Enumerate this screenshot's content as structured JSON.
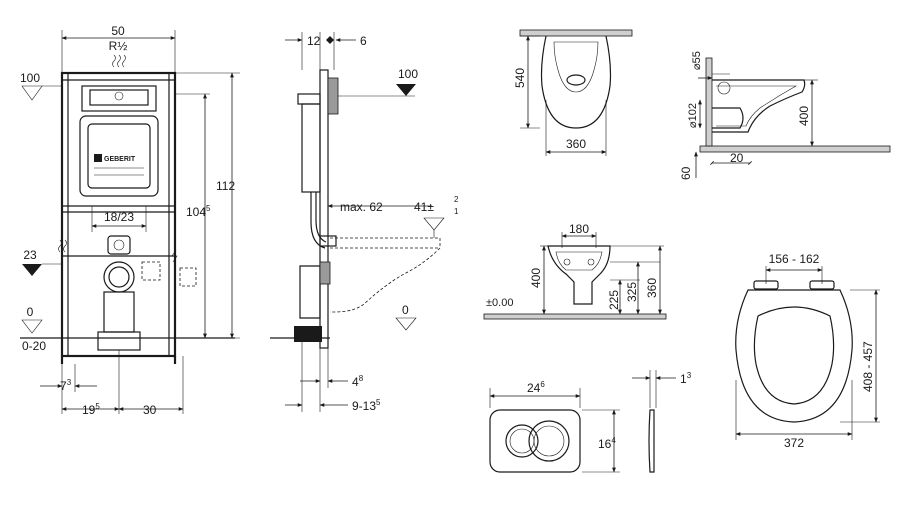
{
  "frame_front": {
    "width_total": "50",
    "thread": "R½",
    "height_total": "112",
    "height_partial_base": "104",
    "height_partial_sup": "5",
    "bolt_spacing": "18/23",
    "depth_a_base": "7",
    "depth_a_sup": "3",
    "depth_b_base": "19",
    "depth_b_sup": "5",
    "depth_c": "30",
    "level_100": "100",
    "level_23": "23",
    "level_0": "0",
    "level_range": "0-20",
    "brand": "GEBERIT"
  },
  "frame_side": {
    "top_left": "12",
    "top_right": "6",
    "level_100": "100",
    "max_label": "max. 62",
    "pan_height_base": "41",
    "pan_height_tol_top": "2",
    "pan_height_tol_bottom": "1",
    "pm": "±",
    "level_0": "0",
    "bottom_a_base": "4",
    "bottom_a_sup": "8",
    "bottom_b_base": "9-13",
    "bottom_b_sup": "5"
  },
  "wc_top": {
    "length": "540",
    "width": "360"
  },
  "wc_side": {
    "diameter_top": "⌀55",
    "diameter_pipe": "⌀102",
    "height": "400",
    "base": "20",
    "drop": "60"
  },
  "wc_front": {
    "spacing": "180",
    "height_total": "400",
    "height_a": "225",
    "height_b": "325",
    "height_c": "360",
    "zero": "±0.00"
  },
  "flush_plate": {
    "width_base": "24",
    "width_sup": "6",
    "height_base": "16",
    "height_sup": "4",
    "depth_base": "1",
    "depth_sup": "3"
  },
  "seat": {
    "hinge_spacing": "156 - 162",
    "length": "408 - 457",
    "width": "372"
  }
}
